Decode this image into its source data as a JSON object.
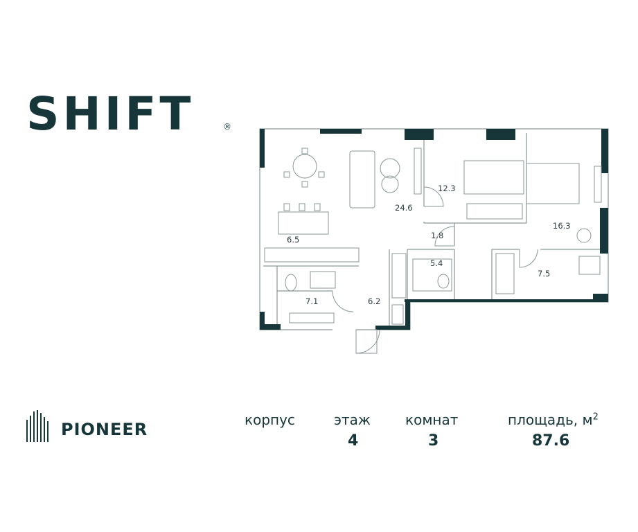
{
  "brand": {
    "title": "SHIFT",
    "registered_mark": "®"
  },
  "developer": {
    "name": "PIONEER"
  },
  "rooms": {
    "living": "24.6",
    "kitchen": "6.5",
    "bedroom_small": "12.3",
    "bedroom_large": "16.3",
    "hall_small": "1.8",
    "bathroom_center": "5.4",
    "wardrobe": "7.5",
    "bathroom_left": "7.1",
    "entrance": "6.2"
  },
  "info": {
    "building_label": "корпус",
    "building_value": "",
    "floor_label": "этаж",
    "floor_value": "4",
    "rooms_label": "комнат",
    "rooms_value": "3",
    "area_label": "площадь, м",
    "area_unit_sup": "2",
    "area_value": "87.6"
  },
  "colors": {
    "wall": "#17363a",
    "line": "#8a9696",
    "accent": "#17363a"
  }
}
